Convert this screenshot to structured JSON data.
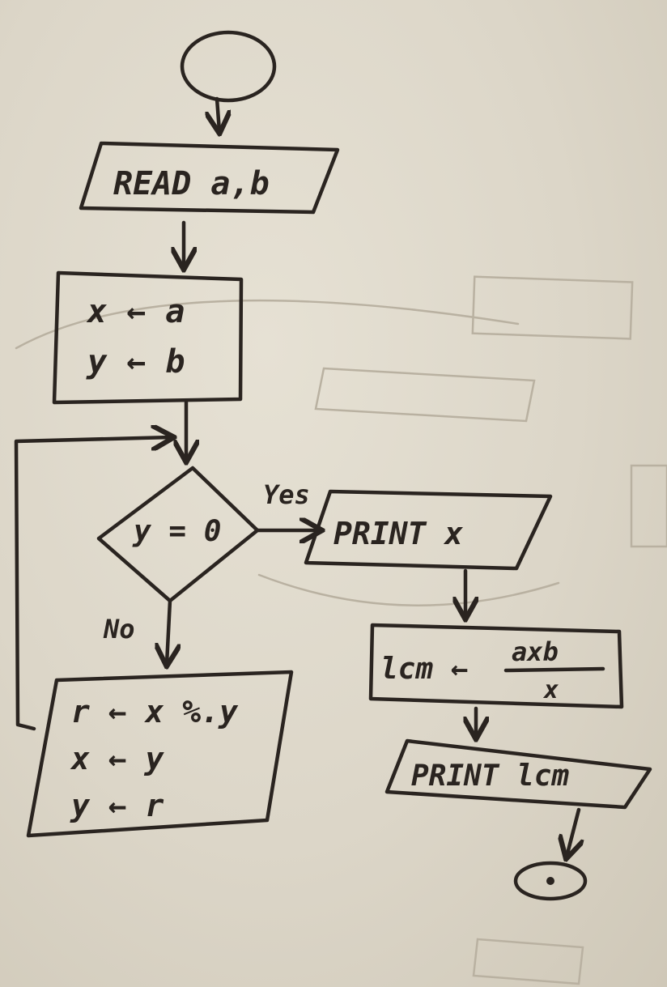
{
  "flowchart": {
    "read_input": "READ a,b",
    "init_x": "x ← a",
    "init_y": "y ← b",
    "decision": "y = 0",
    "yes_label": "Yes",
    "no_label": "No",
    "loop_r": "r ← x %.y",
    "loop_x": "x ← y",
    "loop_y": "y ← r",
    "print_x": "PRINT x",
    "lcm_lhs": "lcm ←",
    "lcm_num": "axb",
    "lcm_den": "x",
    "print_lcm": "PRINT lcm"
  },
  "colors": {
    "ink": "#2a2420",
    "paper": "#dcd6c8",
    "ghost_ink": "#b6ae9e"
  }
}
